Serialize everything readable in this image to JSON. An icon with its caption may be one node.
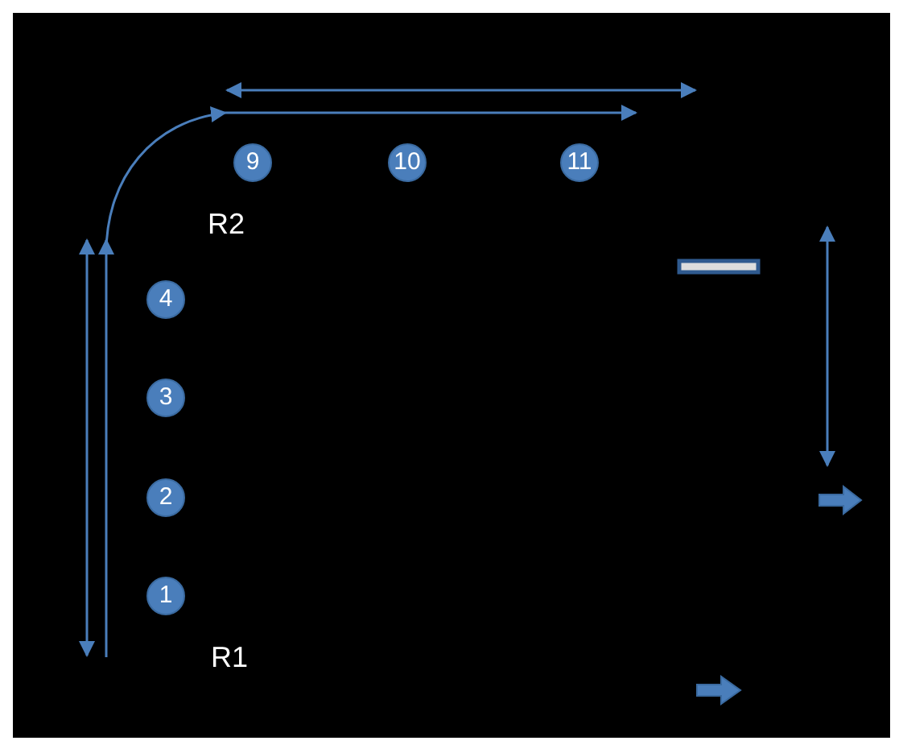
{
  "diagram": {
    "nodes": [
      {
        "text": [
          "9"
        ]
      },
      {
        "text": [
          "10"
        ]
      },
      {
        "text": [
          "11"
        ]
      },
      {
        "text": [
          "4"
        ]
      },
      {
        "text": [
          "3"
        ]
      },
      {
        "text": [
          "2"
        ]
      },
      {
        "text": [
          "1"
        ]
      }
    ],
    "labels": [
      "R2",
      "R1"
    ]
  }
}
